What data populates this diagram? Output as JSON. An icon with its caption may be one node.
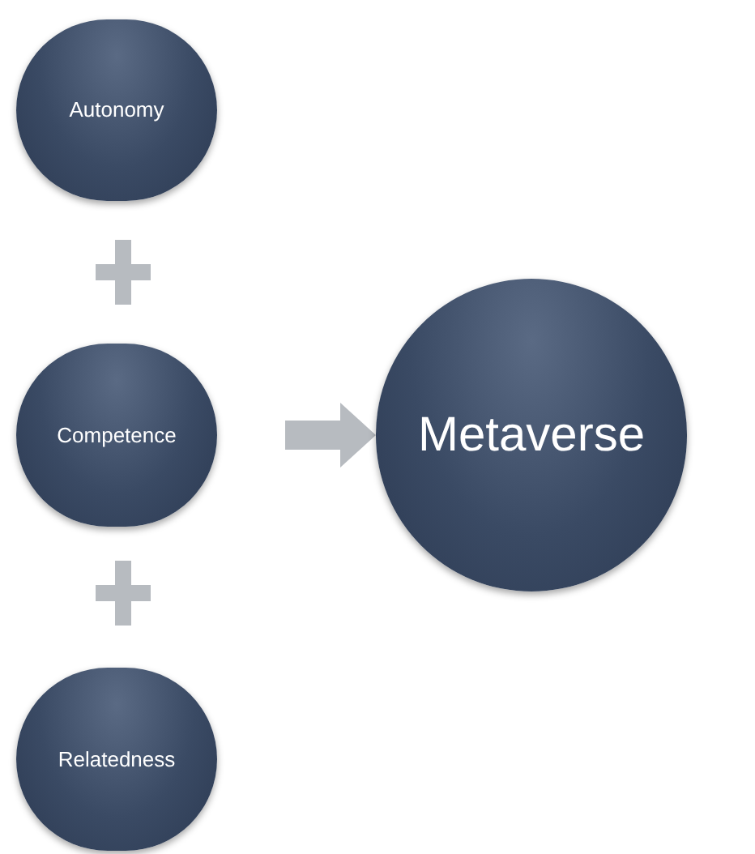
{
  "diagram": {
    "nodes": [
      {
        "text": [
          "Autonomy"
        ]
      },
      {
        "text": [
          "Competence"
        ]
      },
      {
        "text": [
          "Relatedness"
        ]
      },
      {
        "text": [
          "Metaverse"
        ]
      }
    ],
    "edges": [
      {
        "from": 1,
        "to": 3,
        "arrow": "to"
      }
    ]
  }
}
